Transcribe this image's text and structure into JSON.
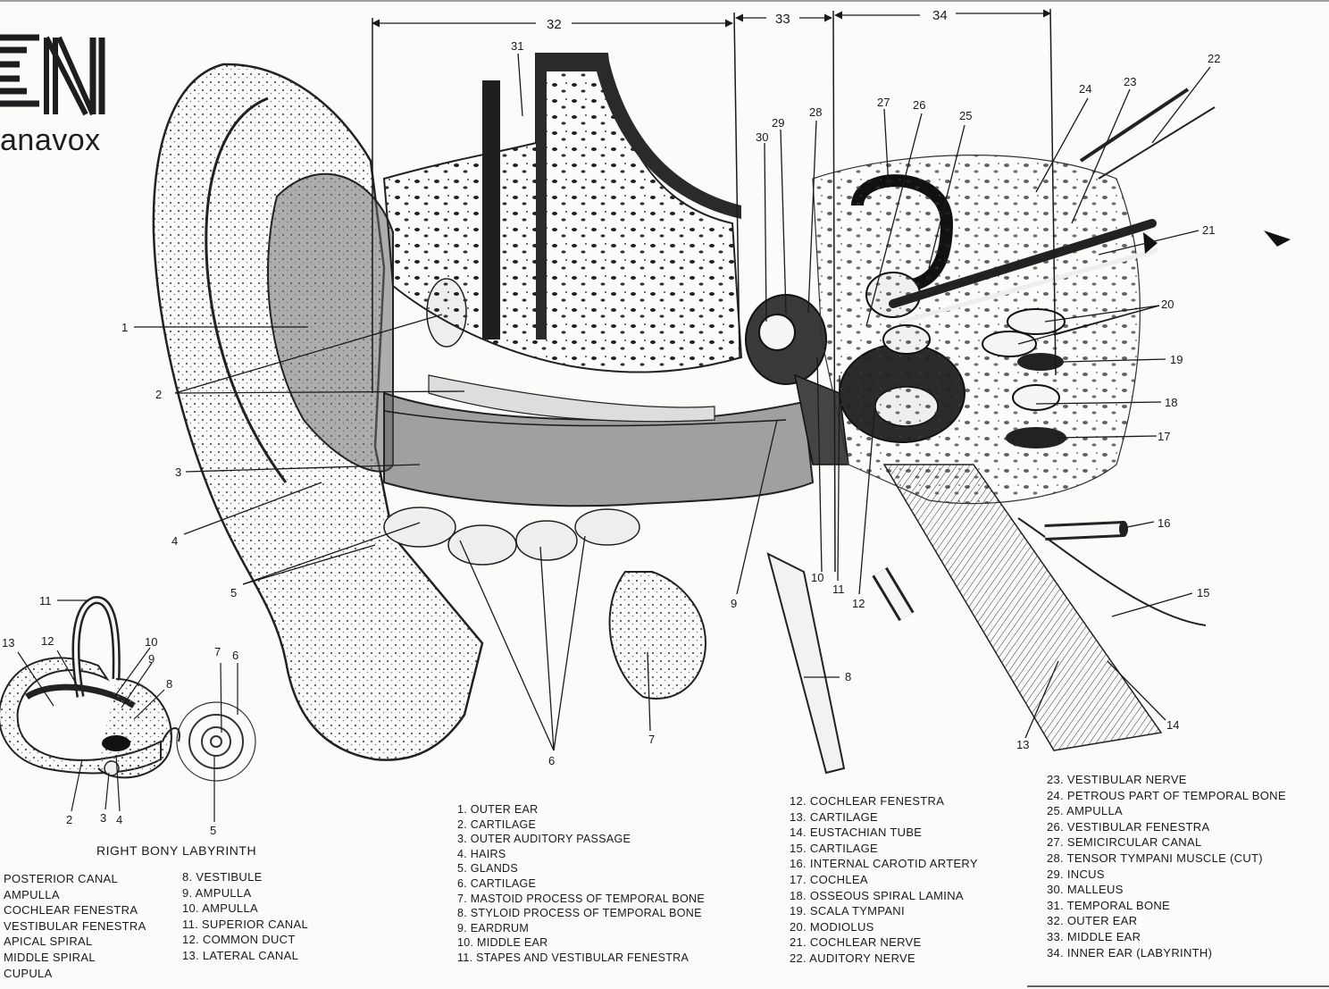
{
  "logo": {
    "text": "anavox"
  },
  "spans": [
    {
      "label": "32"
    },
    {
      "label": "33"
    },
    {
      "label": "34"
    }
  ],
  "numbers": [
    "1",
    "2",
    "3",
    "4",
    "5",
    "6",
    "7",
    "8",
    "9",
    "10",
    "11",
    "12",
    "13",
    "14",
    "15",
    "16",
    "17",
    "18",
    "19",
    "20",
    "21",
    "22",
    "23",
    "24",
    "25",
    "26",
    "27",
    "28",
    "29",
    "30",
    "31"
  ],
  "labyrinth": {
    "title": "RIGHT BONY LABYRINTH",
    "numbers": [
      "2",
      "3",
      "4",
      "5",
      "6",
      "7",
      "8",
      "9",
      "10",
      "11",
      "12",
      "13"
    ],
    "legend_a": [
      "POSTERIOR CANAL",
      "AMPULLA",
      "COCHLEAR FENESTRA",
      "VESTIBULAR FENESTRA",
      "APICAL SPIRAL",
      "MIDDLE SPIRAL",
      "CUPULA"
    ],
    "legend_b": [
      "8. VESTIBULE",
      "9. AMPULLA",
      "10. AMPULLA",
      "11. SUPERIOR CANAL",
      "12. COMMON DUCT",
      "13. LATERAL CANAL"
    ]
  },
  "legend": {
    "col1": [
      "1. OUTER EAR",
      "2. CARTILAGE",
      "3. OUTER AUDITORY PASSAGE",
      "4. HAIRS",
      "5. GLANDS",
      "6. CARTILAGE",
      "7. MASTOID PROCESS OF TEMPORAL BONE",
      "8. STYLOID PROCESS OF TEMPORAL BONE",
      "9. EARDRUM",
      "10. MIDDLE EAR",
      "11. STAPES AND VESTIBULAR FENESTRA"
    ],
    "col2": [
      "12. COCHLEAR FENESTRA",
      "13. CARTILAGE",
      "14. EUSTACHIAN TUBE",
      "15. CARTILAGE",
      "16. INTERNAL CAROTID ARTERY",
      "17. COCHLEA",
      "18. OSSEOUS SPIRAL LAMINA",
      "19. SCALA TYMPANI",
      "20. MODIOLUS",
      "21. COCHLEAR NERVE",
      "22. AUDITORY NERVE"
    ],
    "col3": [
      "23. VESTIBULAR NERVE",
      "24. PETROUS PART OF TEMPORAL BONE",
      "25. AMPULLA",
      "26. VESTIBULAR FENESTRA",
      "27. SEMICIRCULAR CANAL",
      "28. TENSOR TYMPANI MUSCLE (CUT)",
      "29. INCUS",
      "30. MALLEUS",
      "31. TEMPORAL BONE",
      "32. OUTER EAR",
      "33. MIDDLE EAR",
      "34. INNER EAR (LABYRINTH)"
    ]
  }
}
